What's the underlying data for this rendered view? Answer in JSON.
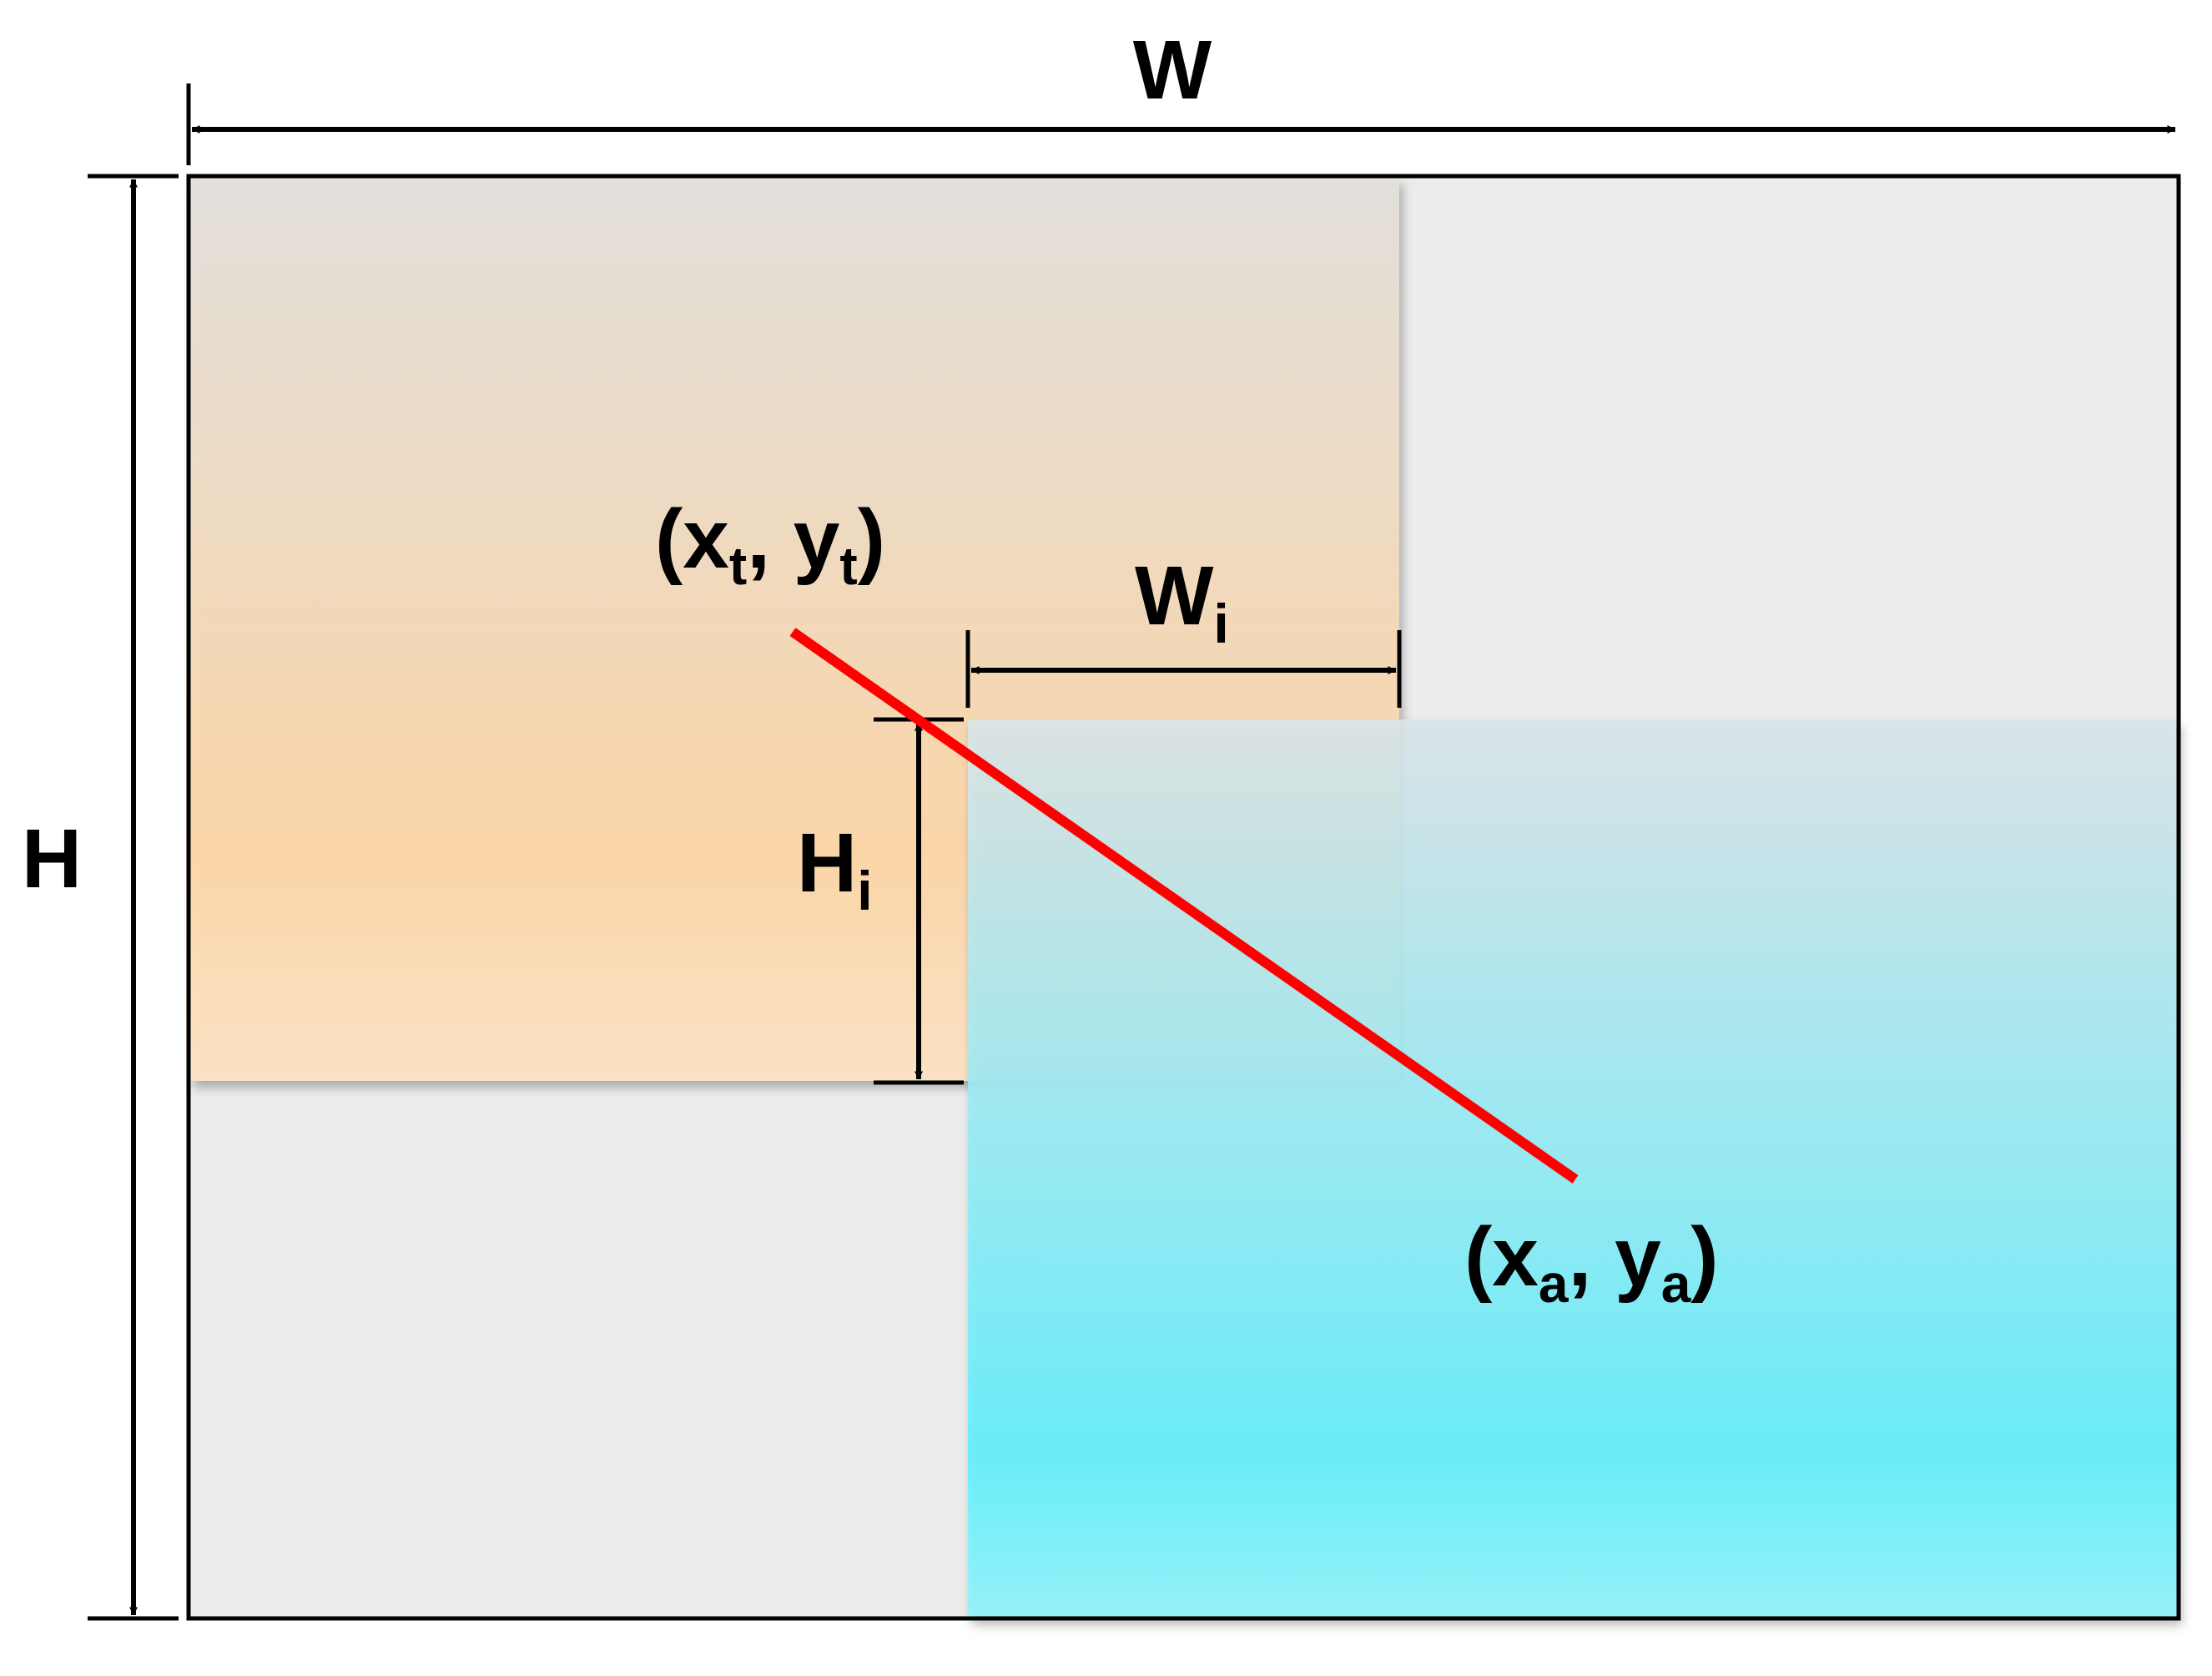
{
  "labels": {
    "width": "W",
    "height": "H",
    "intersection_width_main": "W",
    "intersection_width_sub": "i",
    "intersection_height_main": "H",
    "intersection_height_sub": "i",
    "target_open": "(x",
    "target_x_sub": "t",
    "target_mid": ", y",
    "target_y_sub": "t",
    "target_close": ")",
    "anchor_open": "(x",
    "anchor_x_sub": "a",
    "anchor_mid": ", y",
    "anchor_y_sub": "a",
    "anchor_close": ")"
  },
  "colors": {
    "outline": "#000000",
    "outer_fill": "#ececec",
    "target_box_top": "#e3e0dc",
    "target_box_mid": "#fdd6a6",
    "target_box_bottom": "#fde3c4",
    "anchor_box_top": "#dbe6ea",
    "anchor_box_mid": "#5ef0fd",
    "anchor_box_bottom": "#8ff4fd",
    "center_line": "#ff0000"
  }
}
